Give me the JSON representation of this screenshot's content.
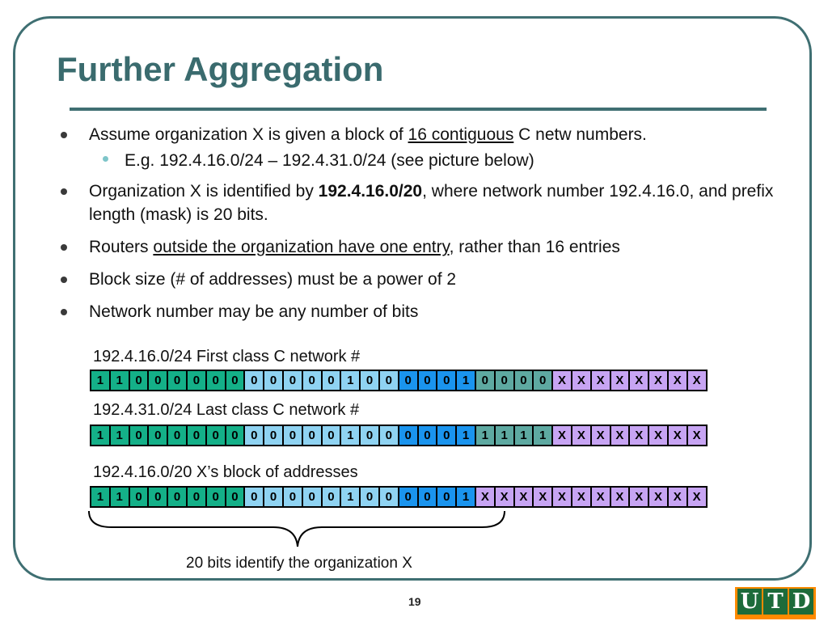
{
  "title": "Further Aggregation",
  "bullets": {
    "b1": {
      "pre": "Assume organization X is given a block of ",
      "u": "16 contiguous",
      "post": " C netw numbers."
    },
    "b1_sub": "E.g. 192.4.16.0/24 – 192.4.31.0/24 (see picture below)",
    "b2": {
      "pre": "Organization X is identified by ",
      "bold": "192.4.16.0/20",
      "post": ", where  network number 192.4.16.0, and prefix length (mask) is 20 bits."
    },
    "b3": {
      "pre": "Routers ",
      "u": "outside the organization have one entry",
      "post": ", rather than 16 entries"
    },
    "b4": "Block size (# of addresses) must be a power of 2",
    "b5": "Network number may be any number of bits"
  },
  "rows": [
    {
      "label": "192.4.16.0/24 First class C network #",
      "bits": [
        "1",
        "1",
        "0",
        "0",
        "0",
        "0",
        "0",
        "0",
        "0",
        "0",
        "0",
        "0",
        "0",
        "1",
        "0",
        "0",
        "0",
        "0",
        "0",
        "1",
        "0",
        "0",
        "0",
        "0",
        "X",
        "X",
        "X",
        "X",
        "X",
        "X",
        "X",
        "X"
      ]
    },
    {
      "label": "192.4.31.0/24 Last class C network #",
      "bits": [
        "1",
        "1",
        "0",
        "0",
        "0",
        "0",
        "0",
        "0",
        "0",
        "0",
        "0",
        "0",
        "0",
        "1",
        "0",
        "0",
        "0",
        "0",
        "0",
        "1",
        "1",
        "1",
        "1",
        "1",
        "X",
        "X",
        "X",
        "X",
        "X",
        "X",
        "X",
        "X"
      ]
    },
    {
      "label": "192.4.16.0/20 X’s block of addresses",
      "bits": [
        "1",
        "1",
        "0",
        "0",
        "0",
        "0",
        "0",
        "0",
        "0",
        "0",
        "0",
        "0",
        "0",
        "1",
        "0",
        "0",
        "0",
        "0",
        "0",
        "1",
        "X",
        "X",
        "X",
        "X",
        "X",
        "X",
        "X",
        "X",
        "X",
        "X",
        "X",
        "X"
      ]
    }
  ],
  "colors": {
    "green": "#14b088",
    "light_blue": "#8fd3f2",
    "blue": "#1a94ee",
    "teal": "#5ea9a1",
    "purple": "#c7a4f3"
  },
  "caption": "20 bits identify the organization X",
  "page_number": "19",
  "logo": {
    "l1": "U",
    "l2": "T",
    "l3": "D"
  }
}
